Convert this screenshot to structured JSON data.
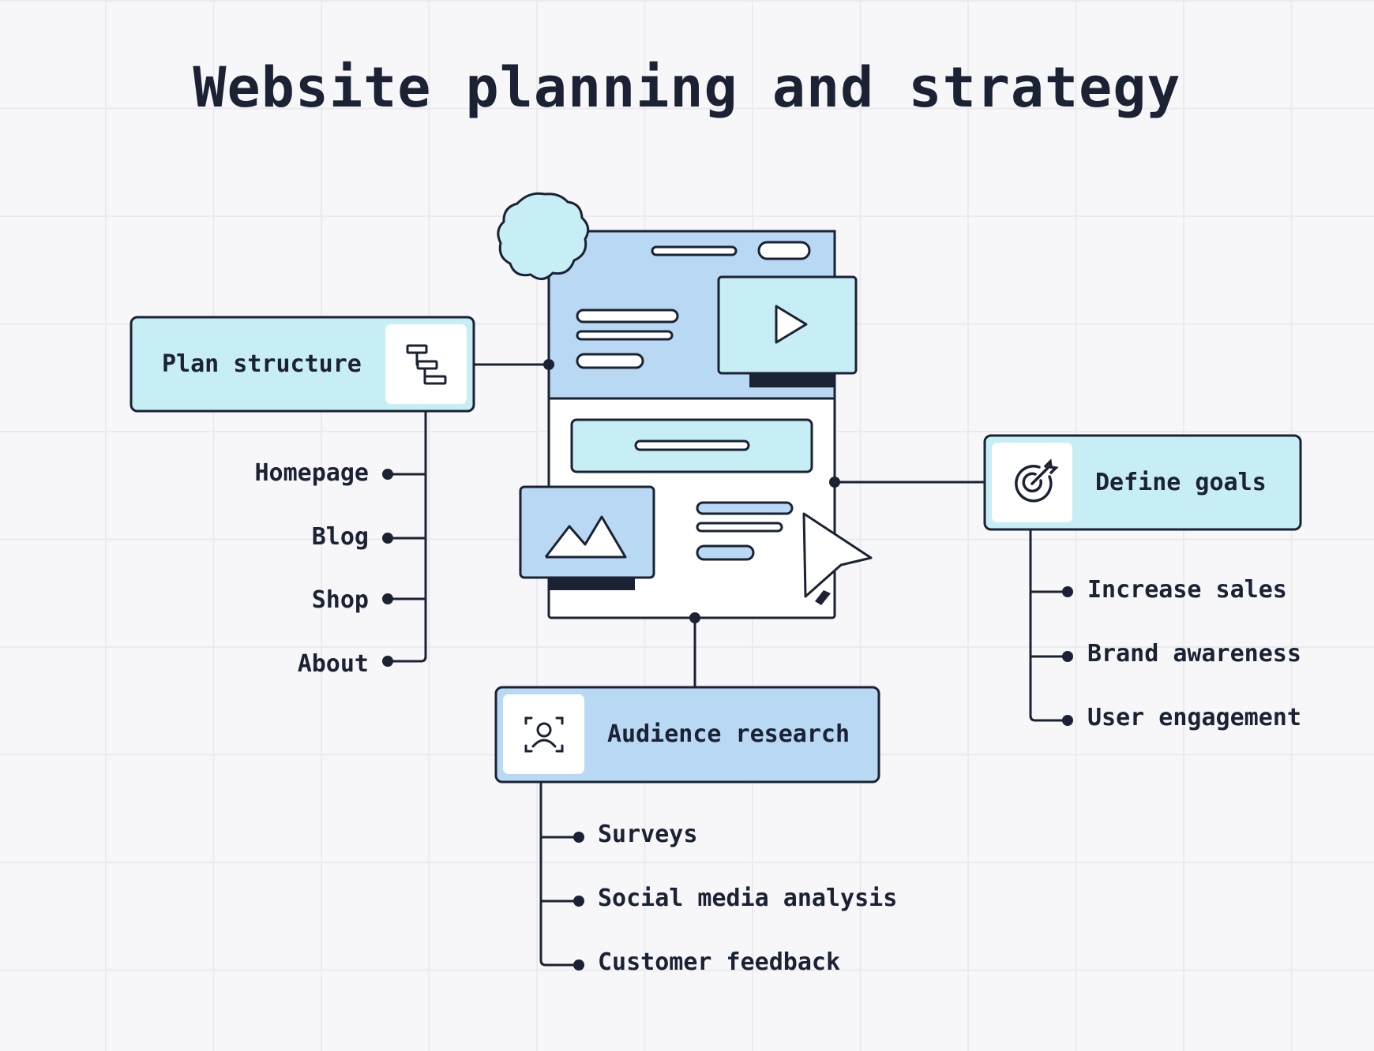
{
  "title": "Website planning and strategy",
  "colors": {
    "ink": "#1a2233",
    "light_cyan": "#c7eef4",
    "light_blue": "#b8d8f4",
    "white": "#ffffff",
    "background": "#f7f7f9"
  },
  "nodes": {
    "plan_structure": {
      "label": "Plan structure",
      "icon": "sitemap-icon",
      "items": [
        "Homepage",
        "Blog",
        "Shop",
        "About"
      ]
    },
    "define_goals": {
      "label": "Define goals",
      "icon": "target-icon",
      "items": [
        "Increase sales",
        "Brand awareness",
        "User engagement"
      ]
    },
    "audience_research": {
      "label": "Audience research",
      "icon": "user-scan-icon",
      "items": [
        "Surveys",
        "Social media analysis",
        "Customer feedback"
      ]
    }
  },
  "center_illustration": {
    "icons": [
      "cloud-icon",
      "play-icon",
      "mountain-image-icon",
      "cursor-arrow-icon"
    ]
  }
}
